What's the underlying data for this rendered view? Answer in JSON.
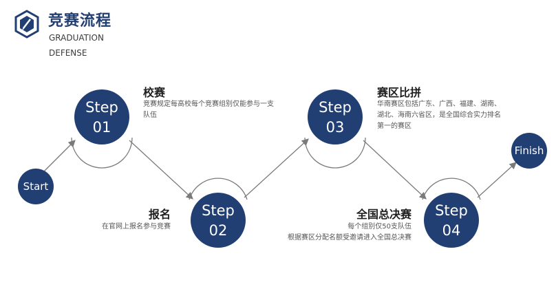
{
  "header": {
    "title": "竞赛流程",
    "subtitle": "GRADUATION DEFENSE"
  },
  "colors": {
    "primary": "#213f72",
    "line": "#7a7a7a"
  },
  "flow": {
    "start": "Start",
    "finish": "Finish",
    "steps": [
      {
        "word": "Step",
        "num": "01",
        "title": "校赛",
        "desc": "竞赛规定每高校每个竞赛组别仅能参与一支队伍"
      },
      {
        "word": "Step",
        "num": "02",
        "title": "报名",
        "desc": "在官网上报名参与竞赛"
      },
      {
        "word": "Step",
        "num": "03",
        "title": "赛区比拼",
        "desc": "华南赛区包括广东、广西、福建、湖南、湖北、海南六省区，是全国综合实力排名第一的赛区"
      },
      {
        "word": "Step",
        "num": "04",
        "title": "全国总决赛",
        "desc_lines": [
          "每个组别仅50支队伍",
          "根据赛区分配名额受邀请进入全国总决赛"
        ]
      }
    ]
  }
}
